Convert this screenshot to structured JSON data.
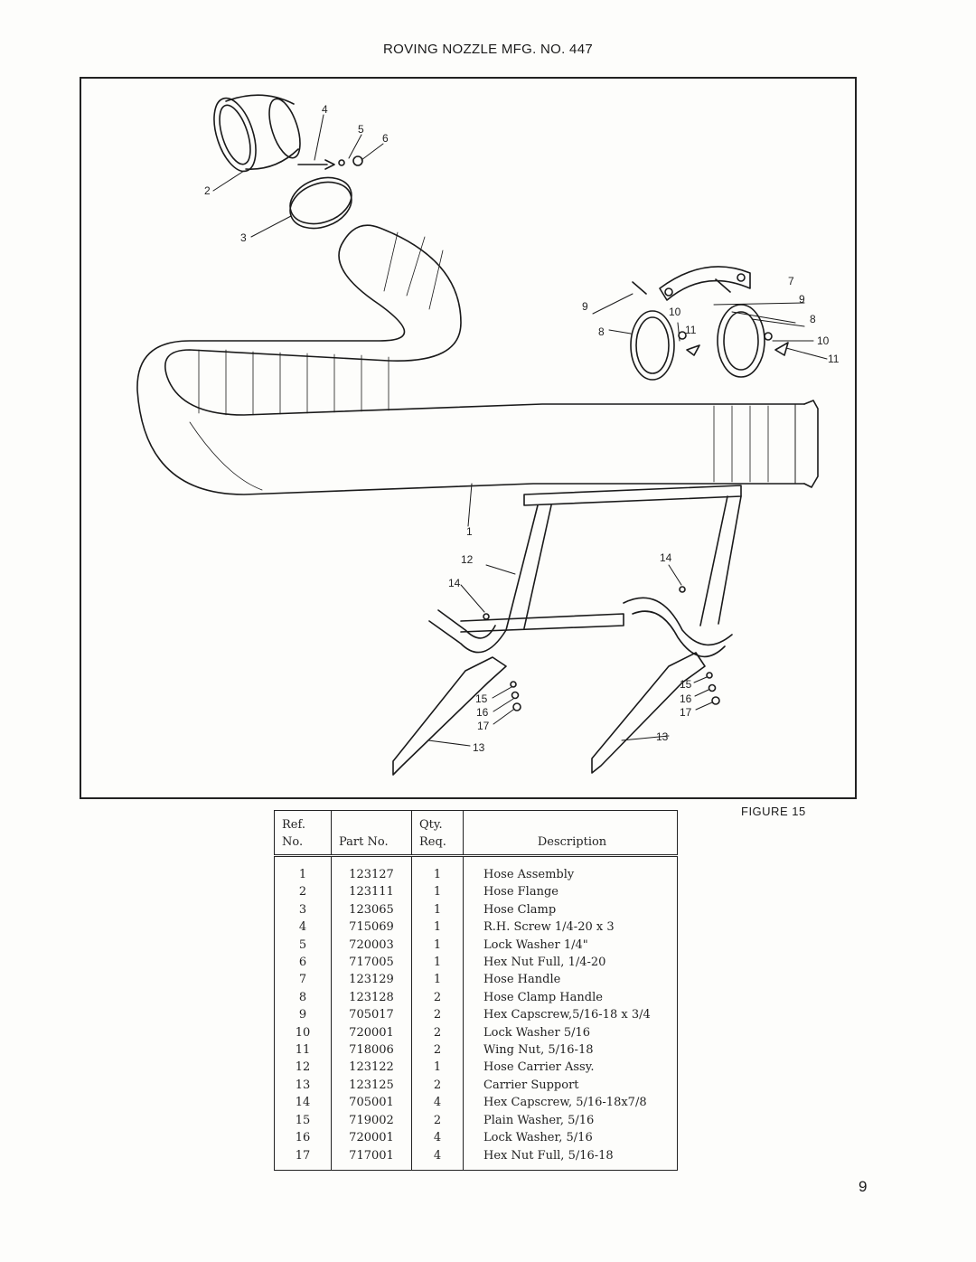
{
  "title": "ROVING NOZZLE MFG. NO. 447",
  "figure": {
    "caption": "FIGURE 15",
    "callouts": {
      "c1": "1",
      "c2": "2",
      "c3": "3",
      "c4": "4",
      "c5": "5",
      "c6": "6",
      "c7": "7",
      "c8a": "8",
      "c8b": "8",
      "c9a": "9",
      "c9b": "9",
      "c10a": "10",
      "c10b": "10",
      "c11a": "11",
      "c11b": "11",
      "c12": "12",
      "c13a": "13",
      "c13b": "13",
      "c14a": "14",
      "c14b": "14",
      "c15a": "15",
      "c15b": "15",
      "c16a": "16",
      "c16b": "16",
      "c17a": "17",
      "c17b": "17"
    }
  },
  "table": {
    "headers": {
      "ref_line1": "Ref.",
      "ref_line2": "No.",
      "part": "Part No.",
      "qty_line1": "Qty.",
      "qty_line2": "Req.",
      "desc": "Description"
    },
    "rows": [
      {
        "ref": "1",
        "part": "123127",
        "qty": "1",
        "desc": "Hose Assembly"
      },
      {
        "ref": "2",
        "part": "123111",
        "qty": "1",
        "desc": "Hose Flange"
      },
      {
        "ref": "3",
        "part": "123065",
        "qty": "1",
        "desc": "Hose Clamp"
      },
      {
        "ref": "4",
        "part": "715069",
        "qty": "1",
        "desc": "R.H. Screw 1/4-20 x 3"
      },
      {
        "ref": "5",
        "part": "720003",
        "qty": "1",
        "desc": "Lock Washer 1/4\""
      },
      {
        "ref": "6",
        "part": "717005",
        "qty": "1",
        "desc": "Hex Nut Full, 1/4-20"
      },
      {
        "ref": "7",
        "part": "123129",
        "qty": "1",
        "desc": "Hose Handle"
      },
      {
        "ref": "8",
        "part": "123128",
        "qty": "2",
        "desc": "Hose Clamp Handle"
      },
      {
        "ref": "9",
        "part": "705017",
        "qty": "2",
        "desc": "Hex Capscrew,5/16-18 x 3/4"
      },
      {
        "ref": "10",
        "part": "720001",
        "qty": "2",
        "desc": "Lock Washer 5/16"
      },
      {
        "ref": "11",
        "part": "718006",
        "qty": "2",
        "desc": "Wing Nut, 5/16-18"
      },
      {
        "ref": "12",
        "part": "123122",
        "qty": "1",
        "desc": "Hose Carrier Assy."
      },
      {
        "ref": "13",
        "part": "123125",
        "qty": "2",
        "desc": "Carrier Support"
      },
      {
        "ref": "14",
        "part": "705001",
        "qty": "4",
        "desc": "Hex Capscrew, 5/16-18x7/8"
      },
      {
        "ref": "15",
        "part": "719002",
        "qty": "2",
        "desc": "Plain Washer, 5/16"
      },
      {
        "ref": "16",
        "part": "720001",
        "qty": "4",
        "desc": "Lock Washer, 5/16"
      },
      {
        "ref": "17",
        "part": "717001",
        "qty": "4",
        "desc": "Hex Nut Full, 5/16-18"
      }
    ]
  },
  "page_number": "9"
}
